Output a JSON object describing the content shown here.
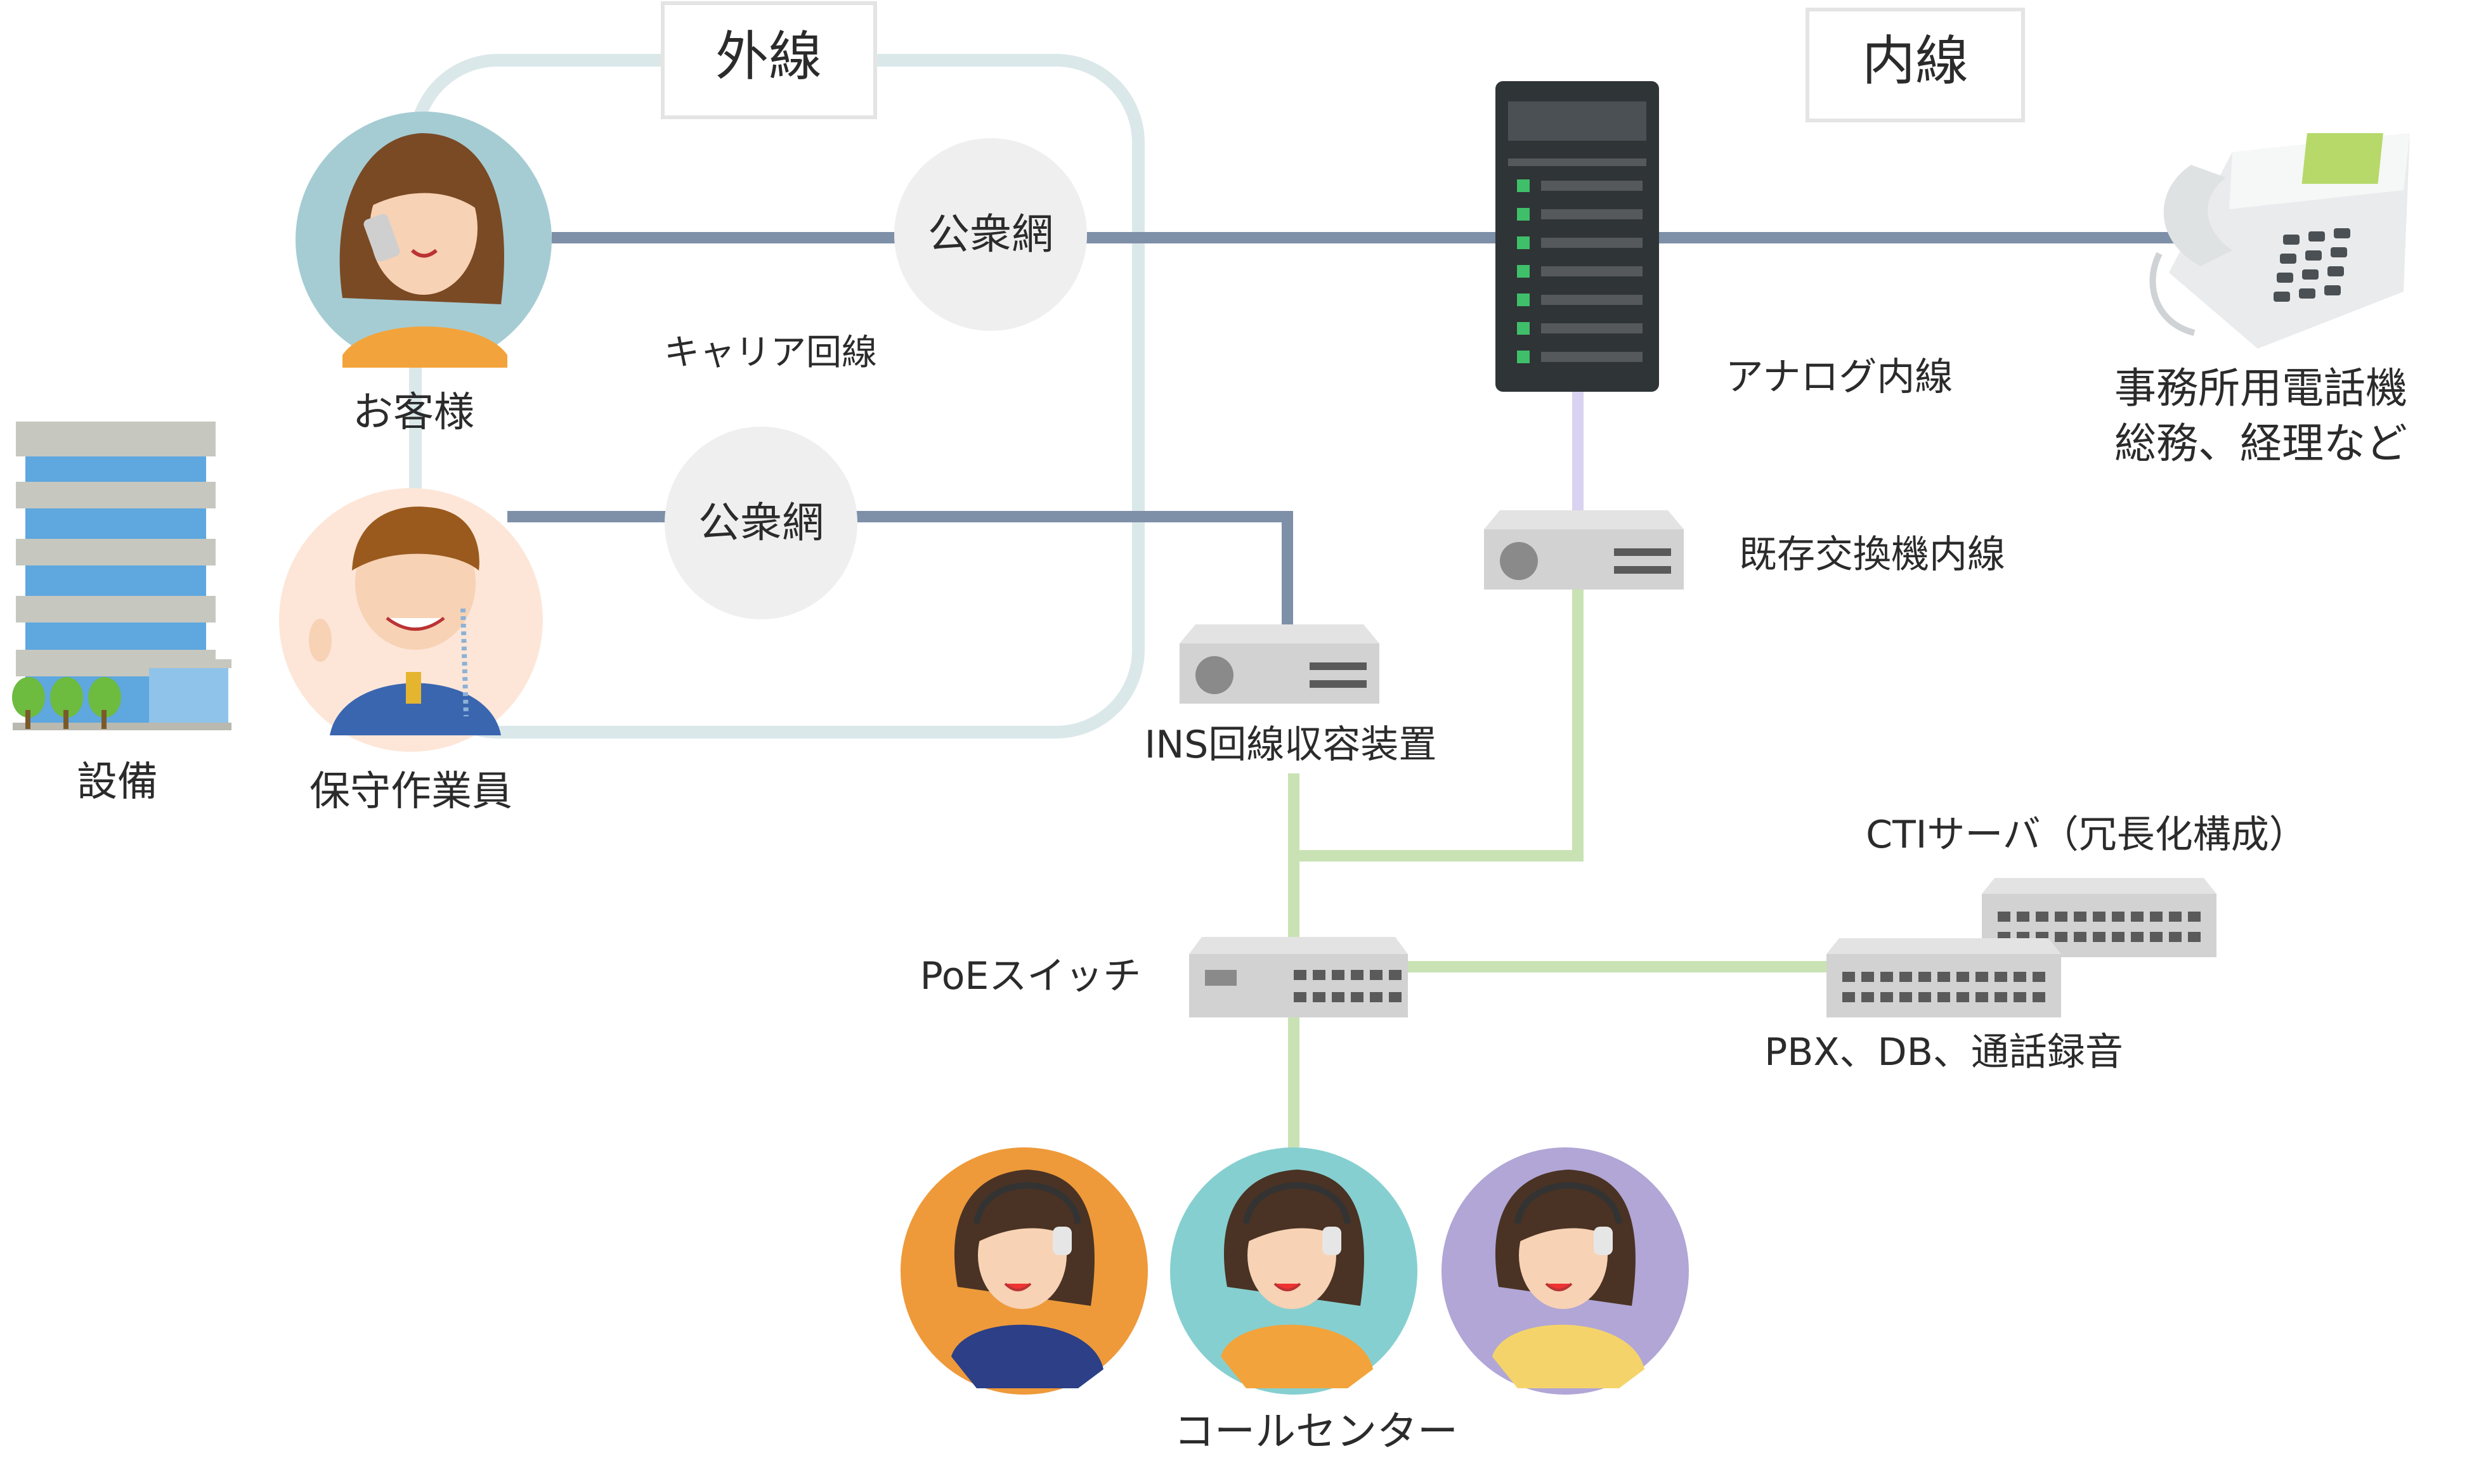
{
  "labels": {
    "outer_line": "外線",
    "inner_line": "内線",
    "customer": "お客様",
    "maintenance": "保守作業員",
    "facility": "設備",
    "public_network_1": "公衆網",
    "public_network_2": "公衆網",
    "carrier_line": "キャリア回線",
    "analog_extension": "アナログ内線",
    "office_phone_line1": "事務所用電話機",
    "office_phone_line2": "総務、経理など",
    "legacy_pbx": "既存交換機内線",
    "ins_device": "INS回線収容装置",
    "cti_server": "CTIサーバ（冗長化構成）",
    "poe_switch": "PoEスイッチ",
    "pbx_db": "PBX、DB、通話録音",
    "call_center": "コールセンター"
  },
  "colors": {
    "outer_loop": "#dbe8ea",
    "public_line": "#7e8fa8",
    "lan_line": "#c9e2b3",
    "analog_line": "#d9d2f0",
    "cloud_fill": "#efefef",
    "server_body": "#2f3436",
    "server_led": "#3fbf6a",
    "device_gray": "#cfcfcf",
    "customer_bg": "#a5ccd3",
    "maintenance_bg": "#fde6d8",
    "agent1_bg": "#ee9a3a",
    "agent2_bg": "#86cfd0",
    "agent3_bg": "#b1a6d6"
  }
}
